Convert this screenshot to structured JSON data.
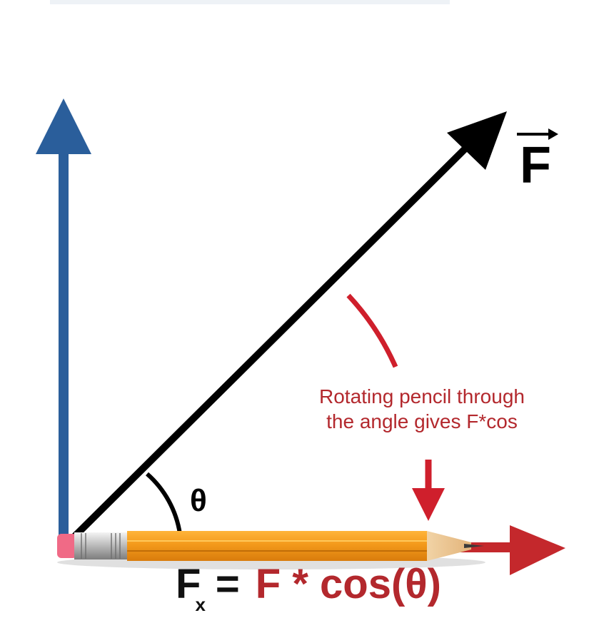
{
  "diagram": {
    "vector_label": "F",
    "angle_label": "θ",
    "annotation": {
      "line1": "Rotating pencil through",
      "line2": "the angle gives F*cos"
    },
    "formula": {
      "lhs_symbol": "F",
      "lhs_subscript": "x",
      "equals": "=",
      "rhs": "F * cos(θ)"
    }
  },
  "colors": {
    "vertical_axis": "#2a5e9b",
    "horizontal_axis": "#c4282c",
    "force_vector": "#000000",
    "annotation": "#b3282d",
    "pencil_body": "#f39a1b",
    "pencil_eraser": "#f06a86"
  },
  "icons": {
    "pencil": "pencil-icon",
    "vector_arrow": "vector-arrow-icon"
  }
}
